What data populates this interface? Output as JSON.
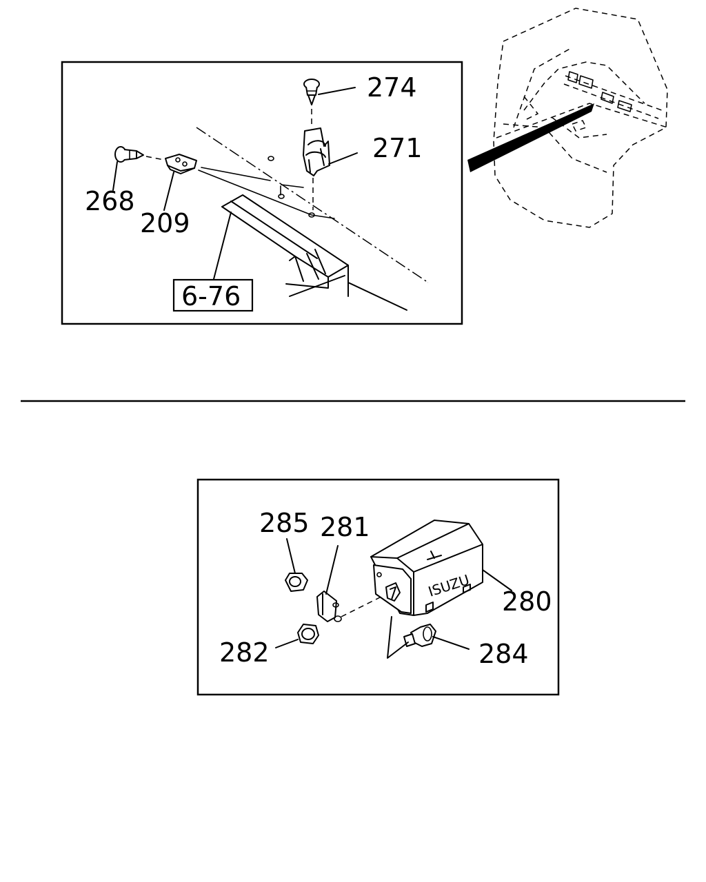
{
  "top_panel": {
    "labels": {
      "p274": "274",
      "p271": "271",
      "p268": "268",
      "p209": "209",
      "ref": "6-76"
    }
  },
  "bottom_panel": {
    "labels": {
      "p285": "285",
      "p281": "281",
      "p280": "280",
      "p282": "282",
      "p284": "284"
    },
    "badge_text": "ISUZU"
  }
}
